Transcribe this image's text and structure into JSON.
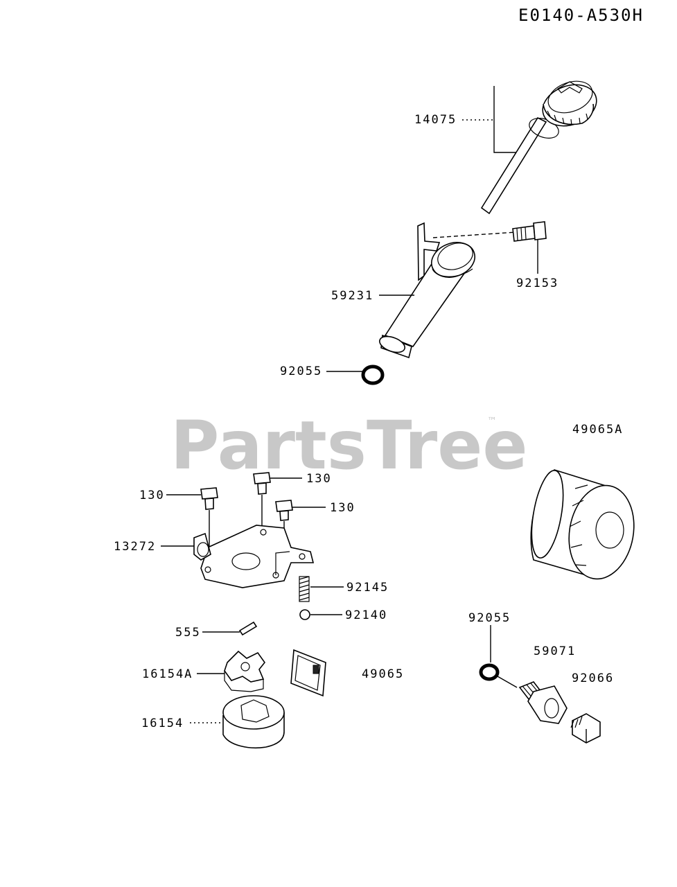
{
  "diagram_code": "E0140-A530H",
  "watermark": {
    "text": "PartsTree",
    "mark": "™"
  },
  "callouts": {
    "c14075": "14075",
    "c92153": "92153",
    "c59231": "59231",
    "c92055a": "92055",
    "c49065A": "49065A",
    "c130a": "130",
    "c130b": "130",
    "c130c": "130",
    "c13272": "13272",
    "c92145": "92145",
    "c92140": "92140",
    "c555": "555",
    "c16154A": "16154A",
    "c49065": "49065",
    "c16154": "16154",
    "c92055b": "92055",
    "c59071": "59071",
    "c92066": "92066"
  }
}
